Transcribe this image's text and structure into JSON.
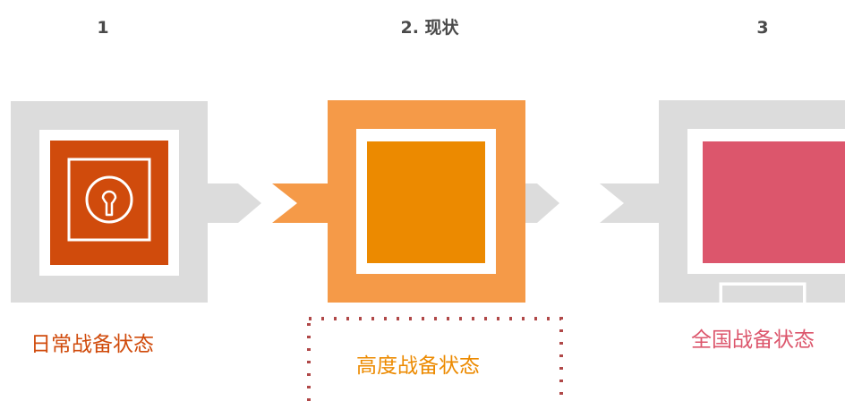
{
  "steps": [
    {
      "number": "1",
      "label": "日常战备状态",
      "icon": "keyhole-icon"
    },
    {
      "number": "2. 现状",
      "label": "高度战备状态",
      "highlighted": true
    },
    {
      "number": "3",
      "label": "全国战备状态"
    }
  ],
  "colors": {
    "gray_block": "#dcdcdc",
    "step1_fill": "#d04b0c",
    "step1_label": "#d04b0c",
    "step2_outer": "#f59a48",
    "step2_fill": "#ec8a00",
    "step2_label": "#ec8a00",
    "step3_fill": "#dc566c",
    "step3_label": "#dc566c",
    "dots": "#b04848",
    "title_text": "#4a4a4a"
  }
}
